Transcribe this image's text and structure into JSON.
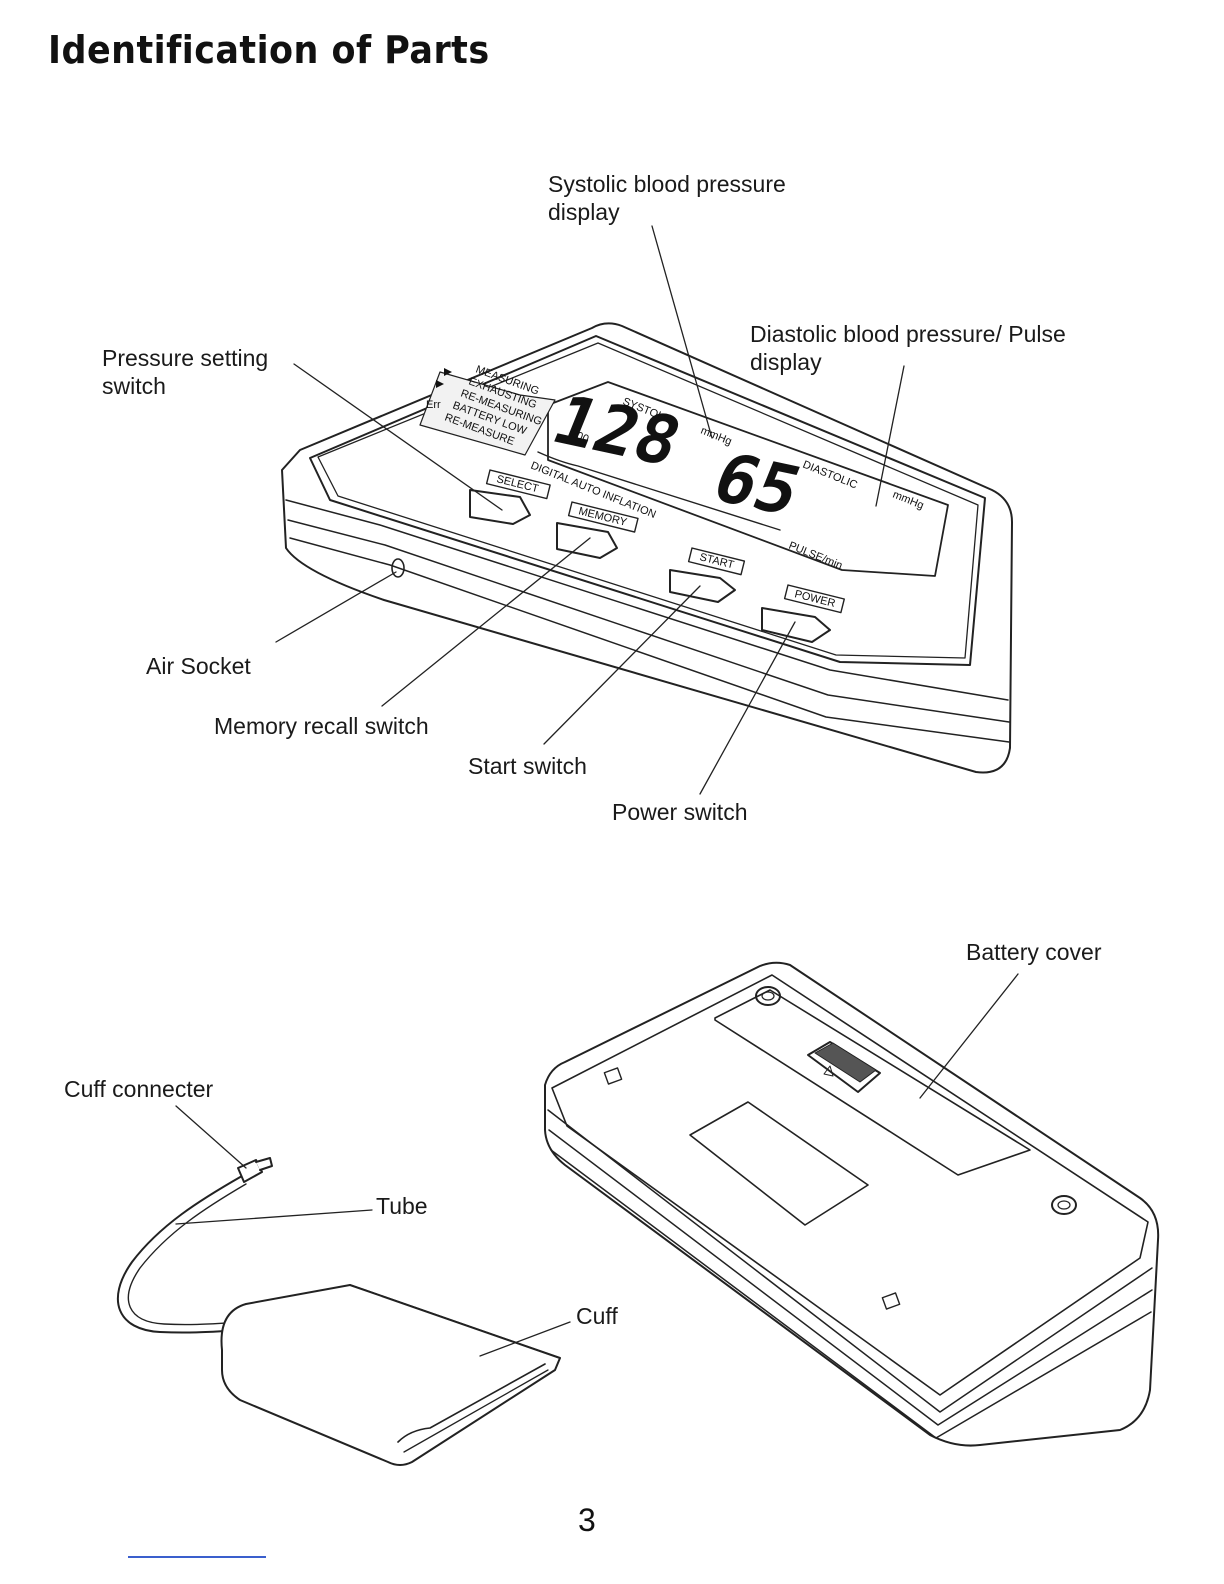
{
  "page": {
    "title": "Identification of Parts",
    "page_number": "3"
  },
  "callouts": {
    "systolic_display": [
      "Systolic blood pressure",
      "display"
    ],
    "diastolic_display": [
      "Diastolic blood pressure/ Pulse",
      "display"
    ],
    "pressure_setting": [
      "Pressure setting",
      "switch"
    ],
    "air_socket": "Air Socket",
    "memory_recall": "Memory recall switch",
    "start_switch": "Start switch",
    "power_switch": "Power switch",
    "battery_cover": "Battery cover",
    "cuff_connecter": "Cuff connecter",
    "tube": "Tube",
    "cuff": "Cuff"
  },
  "device": {
    "systolic_value": "128",
    "diastolic_value": "65",
    "systolic_label": "SYSTOLIC",
    "diastolic_label": "DIASTOLIC",
    "unit": "mmHg",
    "pulse_label": "PULSE/min",
    "scale_value": "200",
    "inflation_label": "DIGITAL AUTO INFLATION",
    "indicators": [
      "MEASURING",
      "EXHAUSTING",
      "RE-MEASURING",
      "BATTERY LOW",
      "RE-MEASURE"
    ],
    "error_label": "Err",
    "buttons": {
      "select": "SELECT",
      "memory": "MEMORY",
      "start": "START",
      "power": "POWER"
    }
  }
}
